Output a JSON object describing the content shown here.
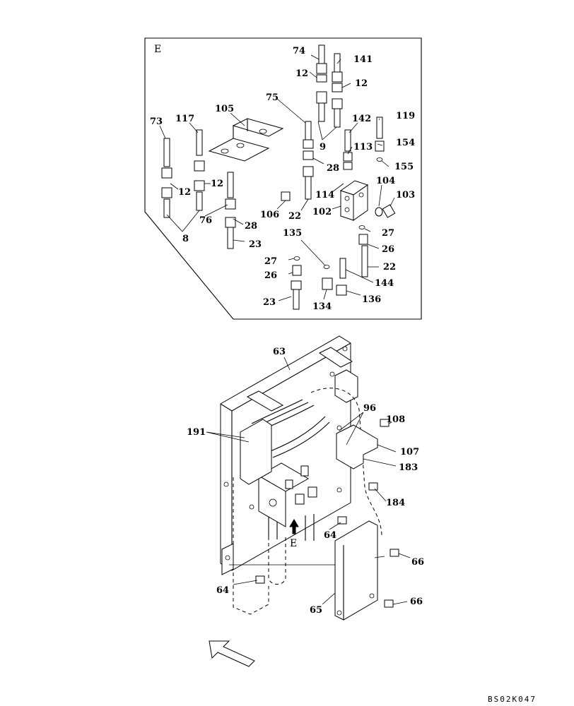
{
  "detail_view": {
    "view_letter": "E",
    "callouts": [
      "74",
      "141",
      "12",
      "12",
      "75",
      "105",
      "73",
      "117",
      "9",
      "142",
      "119",
      "113",
      "154",
      "28",
      "155",
      "12",
      "12",
      "104",
      "114",
      "103",
      "106",
      "22",
      "102",
      "76",
      "28",
      "27",
      "8",
      "23",
      "135",
      "26",
      "27",
      "22",
      "26",
      "144",
      "23",
      "134",
      "136"
    ]
  },
  "assembly_view": {
    "callouts": [
      "63",
      "96",
      "108",
      "191",
      "107",
      "183",
      "184",
      "64",
      "66",
      "64",
      "65",
      "66"
    ],
    "view_marker": "E"
  },
  "document_code": "BS02K047"
}
